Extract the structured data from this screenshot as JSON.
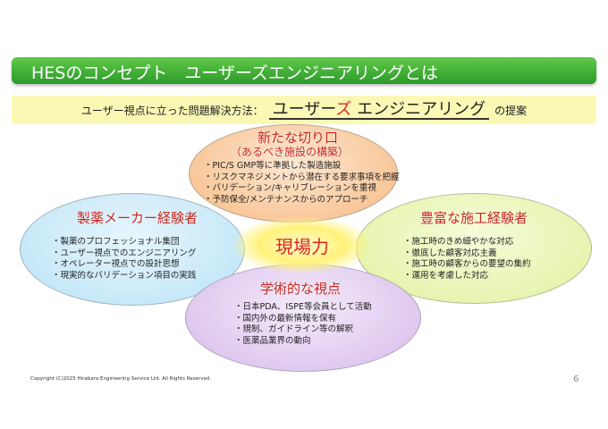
{
  "header": {
    "title": "HESのコンセプト　ユーザーズエンジニアリングとは"
  },
  "subtitle": {
    "prefix": "ユーザー視点に立った問題解決方法：",
    "emphasis_a": "ユーザー",
    "emphasis_red": "ズ",
    "emphasis_b": "エンジニアリング",
    "suffix": "の提案"
  },
  "center": {
    "label": "現場力"
  },
  "top": {
    "title": "新たな切り口",
    "subtitle": "（あるべき施設の構築）",
    "items": [
      "PIC/S GMP等に準拠した製造施設",
      "リスクマネジメントから潜在する要求事項を把握",
      "バリデーション/キャリブレーションを重視",
      "予防保全/メンテナンスからのアプローチ"
    ]
  },
  "left": {
    "title": "製薬メーカー経験者",
    "items": [
      "製薬のプロフェッショナル集団",
      "ユーザー視点でのエンジニアリング",
      "オペレーター視点での設計思想",
      "現実的なバリデーション項目の実践"
    ]
  },
  "right": {
    "title": "豊富な施工経験者",
    "items": [
      "施工時のきめ細やかな対応",
      "徹底した顧客対応主義",
      "施工時の顧客からの要望の集約",
      "運用を考慮した対応"
    ]
  },
  "bottom": {
    "title": "学術的な視点",
    "items": [
      "日本PDA、ISPE等会員として活動",
      "国内外の最新情報を保有",
      "規制、ガイドライン等の解釈",
      "医薬品業界の動向"
    ]
  },
  "footer": {
    "copyright": "Copyright (C)2025 Hirabara Engineering Service Ltd. All Rights Reserved.",
    "page": "6"
  }
}
